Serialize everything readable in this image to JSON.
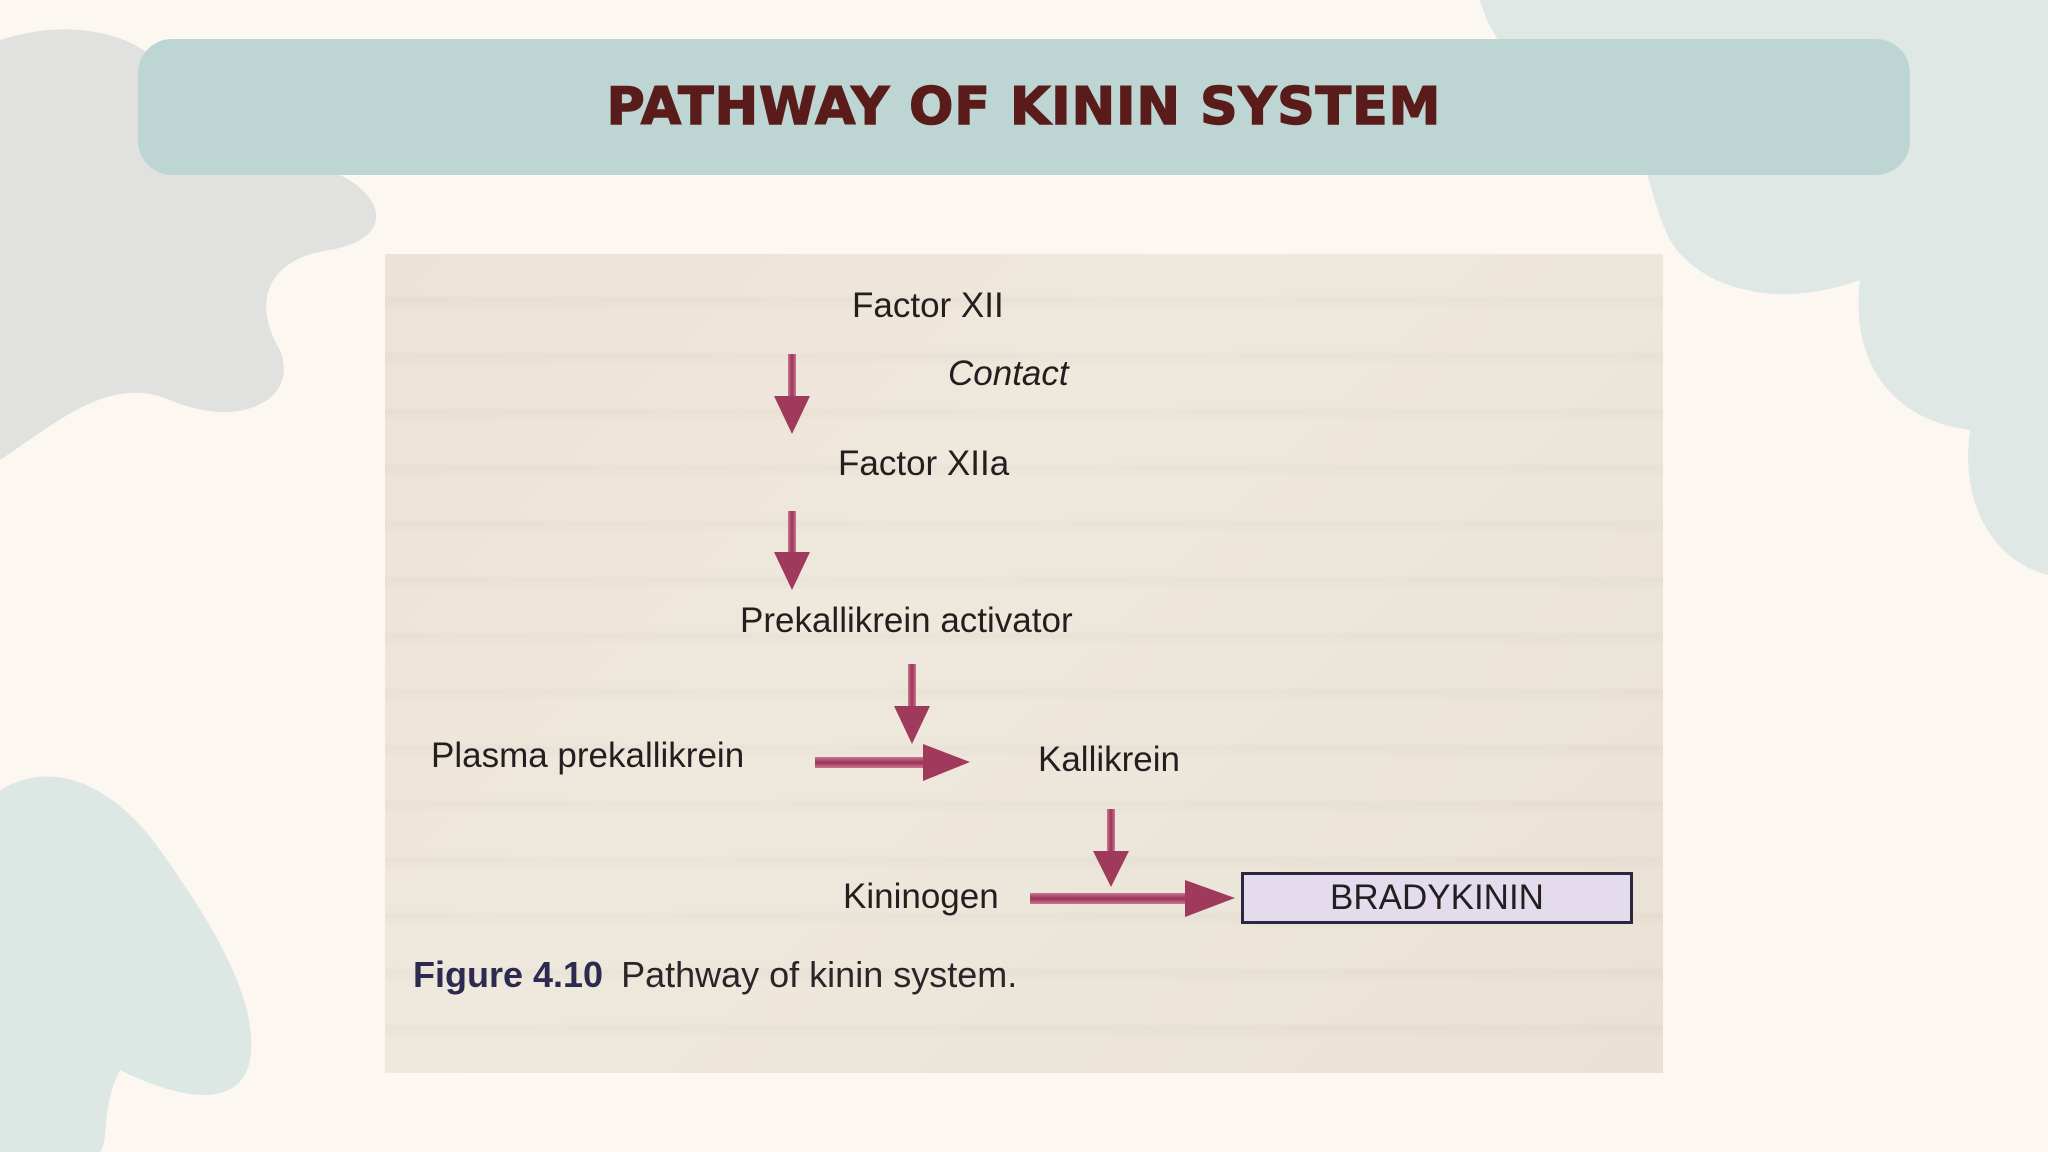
{
  "slide": {
    "title": "PATHWAY OF KININ SYSTEM"
  },
  "diagram": {
    "nodes": {
      "factor_xii": "Factor XII",
      "contact": "Contact",
      "factor_xiia": "Factor XIIa",
      "prekallikrein_activator": "Prekallikrein activator",
      "plasma_prekallikrein": "Plasma prekallikrein",
      "kallikrein": "Kallikrein",
      "kininogen": "Kininogen",
      "bradykinin": "BRADYKININ"
    },
    "caption": {
      "number": "Figure 4.10",
      "text": "Pathway of kinin system."
    }
  },
  "colors": {
    "arrow": "#a03a5c",
    "title_bg": "#bed6d3",
    "title_text": "#5a1c1a",
    "page_bg": "#fcf8f1"
  }
}
